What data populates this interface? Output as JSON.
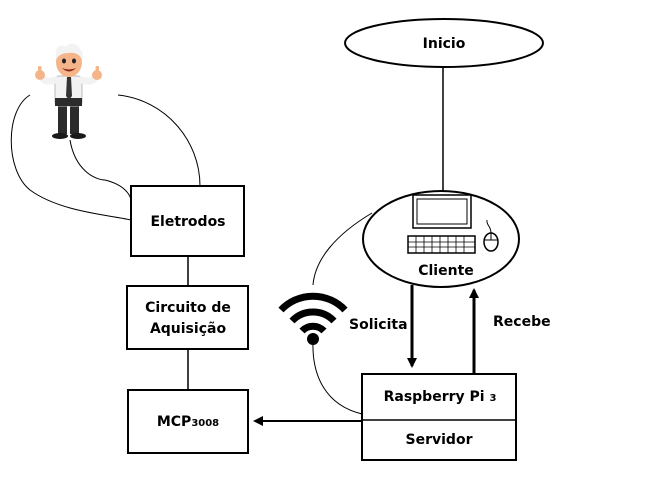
{
  "nodes": {
    "inicio": "Inicio",
    "cliente": "Cliente",
    "eletrodos": "Eletrodos",
    "circuito_line1": "Circuito de",
    "circuito_line2": "Aquisição",
    "mcp_main": "MCP",
    "mcp_sub": "3008",
    "raspberry_main": "Raspberry Pi",
    "raspberry_sub": "3",
    "servidor": "Servidor"
  },
  "arrows": {
    "solicita": "Solicita",
    "recebe": "Recebe"
  },
  "icons": {
    "person": "businessman-thumbs-up-icon",
    "computer": "desktop-computer-icon",
    "wifi": "wifi-icon"
  }
}
